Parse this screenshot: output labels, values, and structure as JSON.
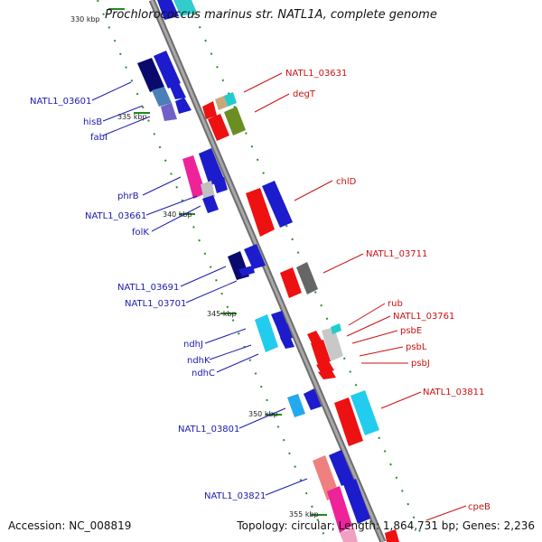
{
  "title": "Prochlorococcus marinus str. NATL1A, complete genome",
  "footer": {
    "accession": "Accession: NC_008819",
    "summary": "Topology: circular; Length: 1,864,731 bp; Genes: 2,236"
  },
  "colors": {
    "backbone": "#8c8c8c",
    "left_label": "#1a1ab0",
    "right_label": "#cc1111",
    "tick": "#228b22"
  },
  "ticks": [
    {
      "label": "330 kbp",
      "pos": 330
    },
    {
      "label": "335 kbp",
      "pos": 335
    },
    {
      "label": "340 kbp",
      "pos": 340
    },
    {
      "label": "345 kbp",
      "pos": 345
    },
    {
      "label": "350 kbp",
      "pos": 350
    },
    {
      "label": "355 kbp",
      "pos": 355
    }
  ],
  "left_labels": [
    {
      "text": "NATL1_03601"
    },
    {
      "text": "hisB"
    },
    {
      "text": "fabI"
    },
    {
      "text": "phrB"
    },
    {
      "text": "NATL1_03661"
    },
    {
      "text": "folK"
    },
    {
      "text": "NATL1_03691"
    },
    {
      "text": "NATL1_03701"
    },
    {
      "text": "ndhJ"
    },
    {
      "text": "ndhK"
    },
    {
      "text": "ndhC"
    },
    {
      "text": "NATL1_03801"
    },
    {
      "text": "NATL1_03821"
    }
  ],
  "right_labels": [
    {
      "text": "NATL1_03631"
    },
    {
      "text": "degT"
    },
    {
      "text": "chlD"
    },
    {
      "text": "NATL1_03711"
    },
    {
      "text": "rub"
    },
    {
      "text": "NATL1_03761"
    },
    {
      "text": "psbE"
    },
    {
      "text": "psbL"
    },
    {
      "text": "psbJ"
    },
    {
      "text": "NATL1_03811"
    },
    {
      "text": "cpeB"
    }
  ]
}
